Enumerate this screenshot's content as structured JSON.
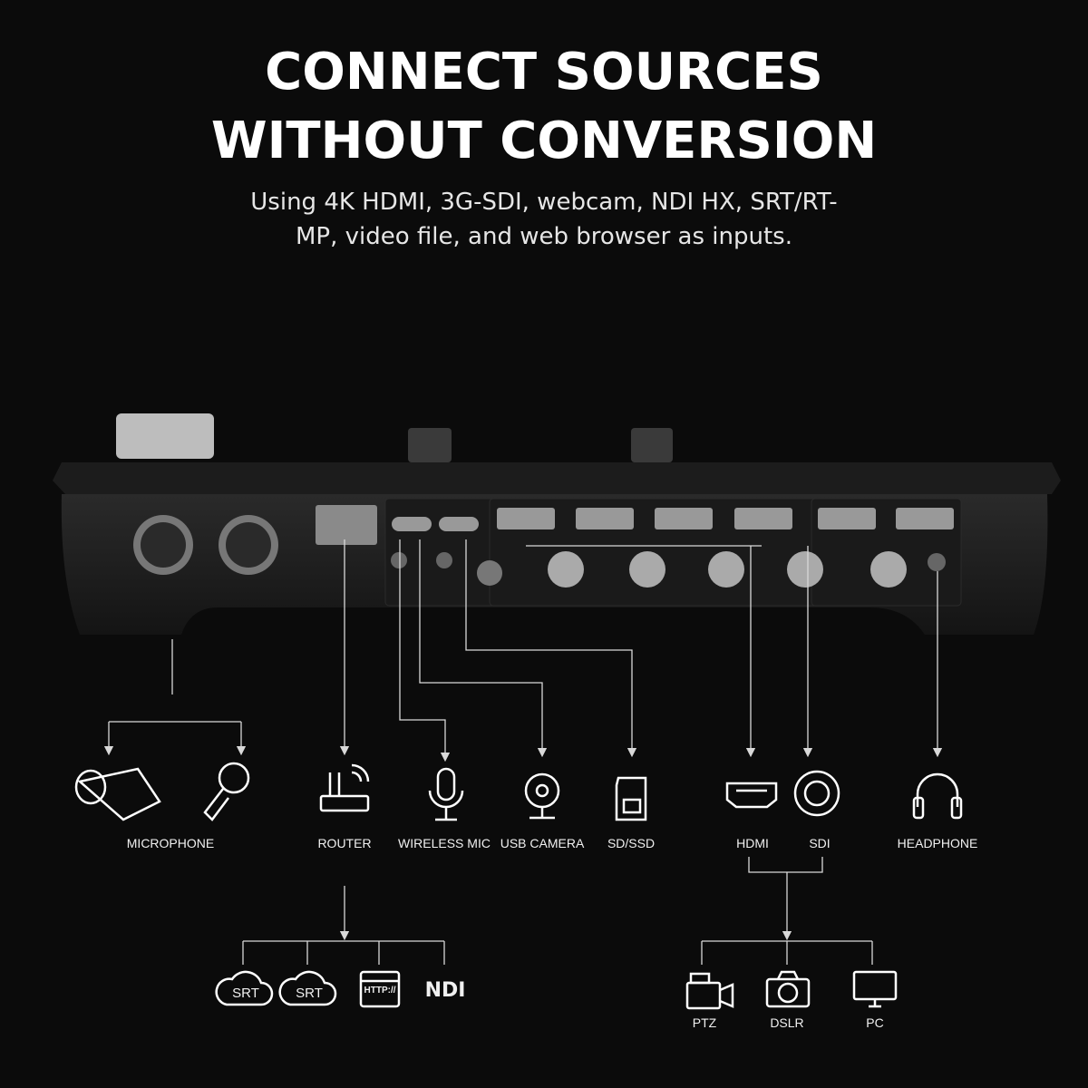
{
  "heading": {
    "line1": "CONNECT SOURCES",
    "line2": "WITHOUT CONVERSION"
  },
  "subheading": {
    "line1": "Using 4K HDMI, 3G-SDI, webcam, NDI HX, SRT/RT-",
    "line2": "MP, video file, and web browser as inputs."
  },
  "inputs": {
    "microphone": "MICROPHONE",
    "router": "ROUTER",
    "wireless_mic": "WIRELESS MIC",
    "usb_camera": "USB CAMERA",
    "sd_ssd": "SD/SSD",
    "hdmi": "HDMI",
    "sdi": "SDI",
    "headphone": "HEADPHONE"
  },
  "network_protocols": {
    "srt_1": "SRT",
    "srt_2": "SRT",
    "http": "HTTP://",
    "ndi": "NDI"
  },
  "video_sources": {
    "ptz": "PTZ",
    "dslr": "DSLR",
    "pc": "PC"
  },
  "colors": {
    "background": "#0b0b0b",
    "text": "#ffffff",
    "device_body": "#1e1e1e",
    "line": "#d9d9d9"
  }
}
